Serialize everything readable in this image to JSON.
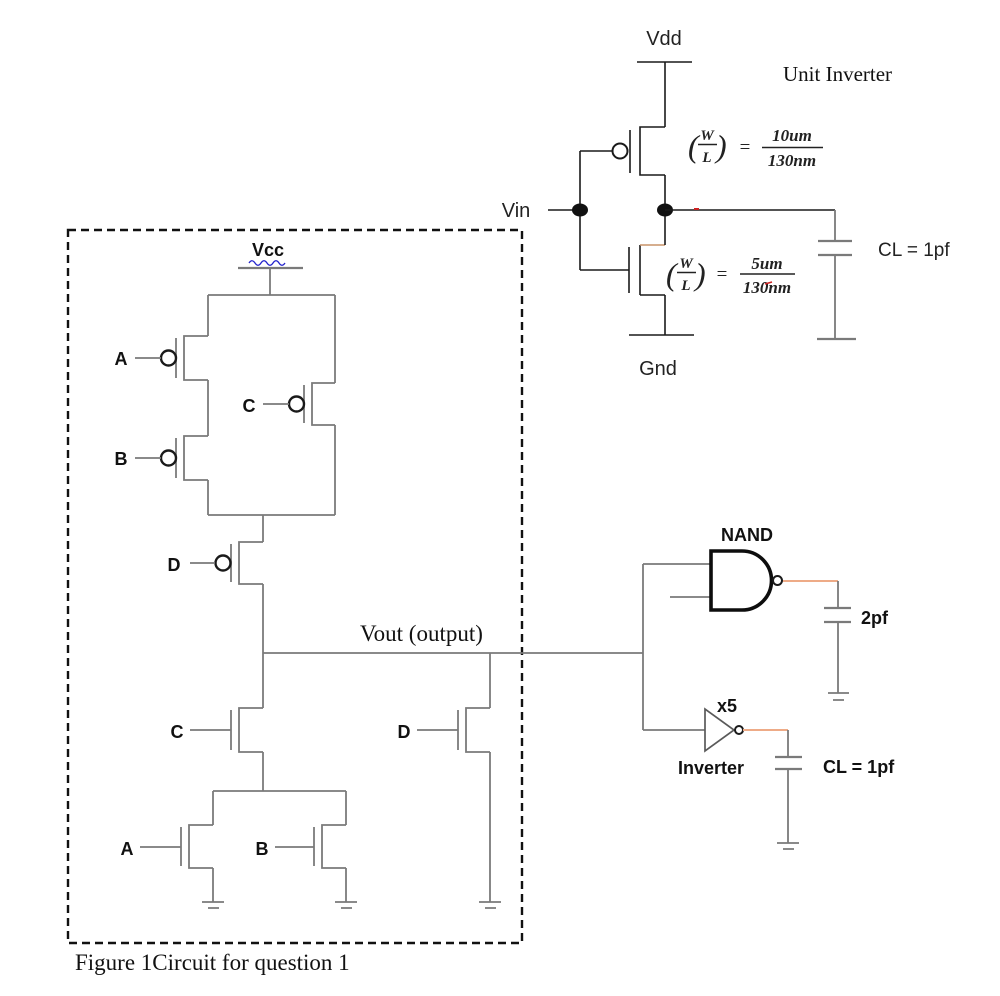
{
  "caption": "Figure 1Circuit for question 1",
  "colors": {
    "wire_gray": "#7a7a7a",
    "wire_black": "#1a1a1a",
    "output_wire_orange": "#eeab87",
    "vcc_underline_blue": "#2222cc",
    "red_mark": "#cc2222"
  },
  "left_circuit": {
    "vcc": "Vcc",
    "vout": "Vout (output)",
    "pmos_a": "A",
    "pmos_b": "B",
    "pmos_c": "C",
    "pmos_d": "D",
    "nmos_c": "C",
    "nmos_d": "D",
    "nmos_a": "A",
    "nmos_b": "B"
  },
  "unit_inverter": {
    "title": "Unit Inverter",
    "vdd": "Vdd",
    "vin": "Vin",
    "gnd": "Gnd",
    "cl": "CL = 1pf",
    "pmos_formula": {
      "open": "(",
      "w": "W",
      "l": "L",
      "close": ")",
      "equals": "=",
      "num": "10um",
      "den": "130nm"
    },
    "nmos_formula": {
      "open": "(",
      "w": "W",
      "l": "L",
      "close": ")",
      "equals": "=",
      "num": "5um",
      "den": "130nm"
    }
  },
  "load": {
    "nand": "NAND",
    "nand_cap": "2pf",
    "x5": "x5",
    "inverter": "Inverter",
    "inverter_cap": "CL = 1pf"
  }
}
